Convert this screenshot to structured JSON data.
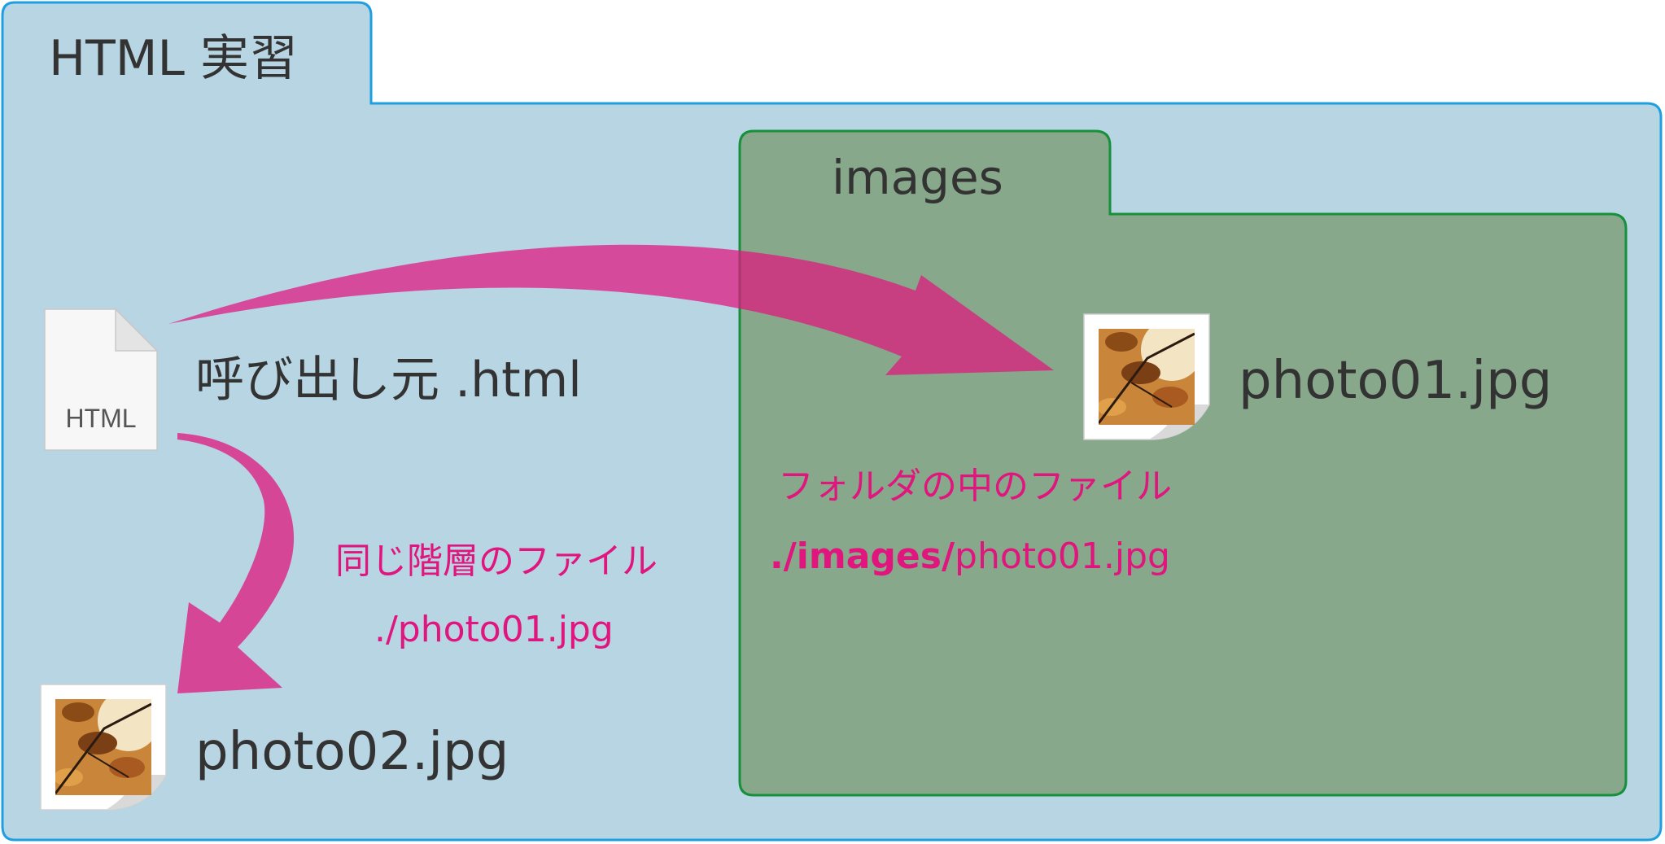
{
  "outer_folder": {
    "label": "HTML 実習"
  },
  "images_folder": {
    "label": "images"
  },
  "source_file": {
    "icon_text": "HTML",
    "label": "呼び出し元 .html"
  },
  "photo01": {
    "label": "photo01.jpg"
  },
  "photo02": {
    "label": "photo02.jpg"
  },
  "same_level": {
    "caption": "同じ階層のファイル",
    "path": "./photo01.jpg"
  },
  "in_folder": {
    "caption": "フォルダの中のファイル",
    "path_prefix": "./",
    "path_folder": "images/",
    "path_file": "photo01.jpg"
  },
  "colors": {
    "outer_fill": "#b8d5e3",
    "outer_stroke": "#1ea0e0",
    "inner_fill": "#87a88a",
    "inner_stroke": "#16903a",
    "arrow": "#e0157e",
    "text": "#333333"
  }
}
